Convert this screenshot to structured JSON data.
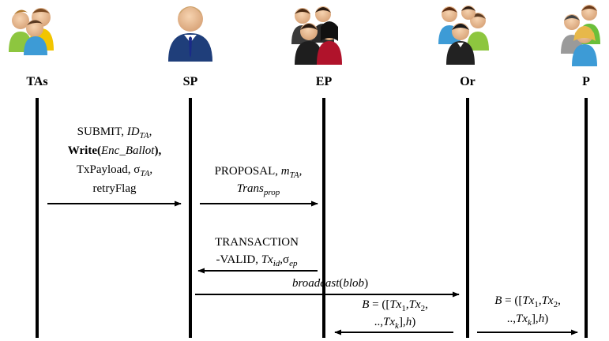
{
  "participants": [
    {
      "id": "TAs",
      "label": "TAs",
      "icon": "group-users-icon"
    },
    {
      "id": "SP",
      "label": "SP",
      "icon": "businessman-icon"
    },
    {
      "id": "EP",
      "label": "EP",
      "icon": "group-users-icon"
    },
    {
      "id": "Or",
      "label": "Or",
      "icon": "group-users-icon"
    },
    {
      "id": "P",
      "label": "P",
      "icon": "group-users-icon"
    }
  ],
  "messages": {
    "submit": {
      "line1_a": "SUBMIT, ",
      "line1_b": "ID",
      "line1_sub": "TA",
      "line1_c": ",",
      "line2_a": "Write",
      "line2_b": "(",
      "line2_c": "Enc",
      "line2_d": "_",
      "line2_e": "Ballot",
      "line2_f": "),",
      "line3_a": "TxPayload, σ",
      "line3_sub": "TA",
      "line3_b": ",",
      "line4": "retryFlag"
    },
    "proposal": {
      "line1_a": "PROPOSAL, ",
      "line1_b": "m",
      "line1_sub": "TA",
      "line1_c": ",",
      "line2_a": "Trans",
      "line2_sub": "prop"
    },
    "transaction_valid": {
      "line1": "TRANSACTION",
      "line2_a": "-VALID, ",
      "line2_b": "Tx",
      "line2_sub1": "id",
      "line2_c": ",σ",
      "line2_sub2": "ep"
    },
    "broadcast": {
      "text_a": "broadcast",
      "text_b": "(",
      "text_c": "blob",
      "text_d": ")"
    },
    "block_ep": {
      "line1_a": "B",
      "line1_b": " = ([",
      "line1_c": "Tx",
      "line1_sub1": "1",
      "line1_d": ",",
      "line1_e": "Tx",
      "line1_sub2": "2",
      "line1_f": ",",
      "line2_a": "..,",
      "line2_b": "Tx",
      "line2_sub": "k",
      "line2_c": "],",
      "line2_d": "h",
      "line2_e": ")"
    },
    "block_p": {
      "line1_a": "B",
      "line1_b": " = ([",
      "line1_c": "Tx",
      "line1_sub1": "1",
      "line1_d": ",",
      "line1_e": "Tx",
      "line1_sub2": "2",
      "line1_f": ",",
      "line2_a": "..,",
      "line2_b": "Tx",
      "line2_sub": "k",
      "line2_c": "],",
      "line2_d": "h",
      "line2_e": ")"
    }
  }
}
